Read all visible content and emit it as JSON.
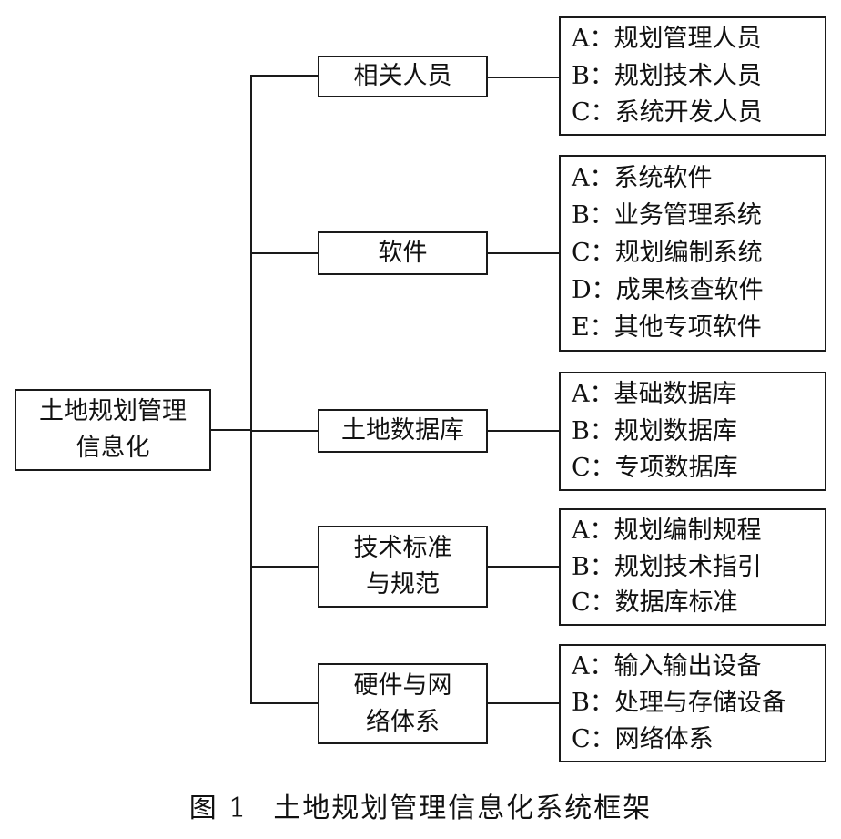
{
  "root": {
    "lines": [
      "土地规划管理",
      "信息化"
    ]
  },
  "categories": [
    {
      "lines": [
        "相关人员"
      ],
      "items": [
        "A：规划管理人员",
        "B：规划技术人员",
        "C：系统开发人员"
      ]
    },
    {
      "lines": [
        "软件"
      ],
      "items": [
        "A：系统软件",
        "B：业务管理系统",
        "C：规划编制系统",
        "D：成果核查软件",
        "E：其他专项软件"
      ]
    },
    {
      "lines": [
        "土地数据库"
      ],
      "items": [
        "A：基础数据库",
        "B：规划数据库",
        "C：专项数据库"
      ]
    },
    {
      "lines": [
        "技术标准",
        "与规范"
      ],
      "items": [
        "A：规划编制规程",
        "B：规划技术指引",
        "C：数据库标准"
      ]
    },
    {
      "lines": [
        "硬件与网",
        "络体系"
      ],
      "items": [
        "A：输入输出设备",
        "B：处理与存储设备",
        "C：网络体系"
      ]
    }
  ],
  "caption": {
    "label": "图 1",
    "title": "土地规划管理信息化系统框架"
  }
}
